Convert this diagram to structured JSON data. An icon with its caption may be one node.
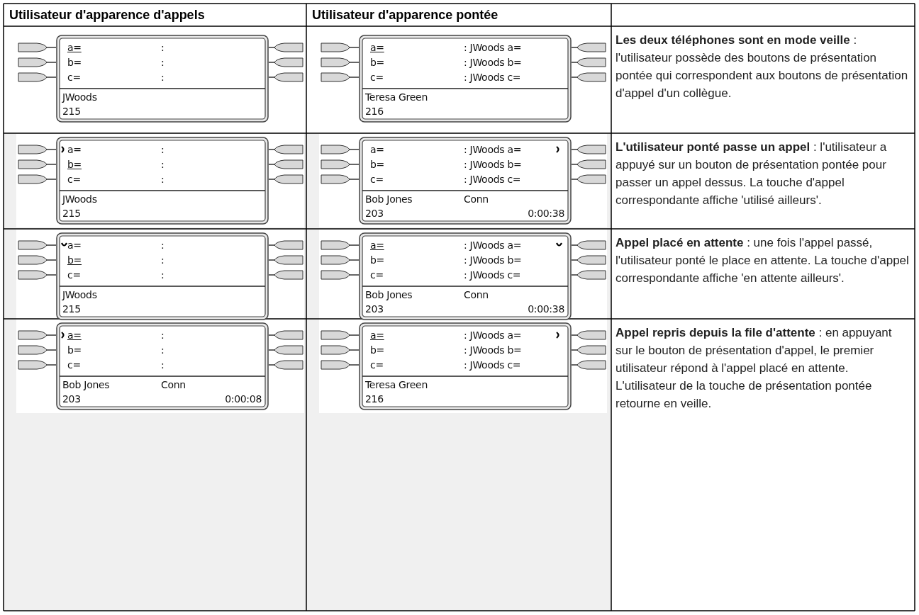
{
  "diagram": {
    "nodes": [
      {
        "text": [
          "a=",
          ":",
          "b=",
          ":",
          "c=",
          ":",
          "JWoods",
          "215"
        ]
      },
      {
        "text": [
          "a=",
          ": JWoods a=",
          "b=",
          ": JWoods b=",
          "c=",
          ": JWoods c=",
          "Teresa Green",
          "216"
        ]
      },
      {
        "text": [
          "a=",
          ":",
          "b=",
          ":",
          "c=",
          ":",
          "JWoods",
          "215"
        ]
      },
      {
        "text": [
          "a=",
          ": JWoods a=",
          "b=",
          ": JWoods b=",
          "c=",
          ": JWoods c=",
          "Bob Jones",
          "Conn",
          "203",
          "0:00:38"
        ]
      },
      {
        "text": [
          "a=",
          ":",
          "b=",
          ":",
          "c=",
          ":",
          "JWoods",
          "215"
        ]
      },
      {
        "text": [
          "a=",
          ": JWoods a=",
          "b=",
          ": JWoods b=",
          "c=",
          ": JWoods c=",
          "Bob Jones",
          "Conn",
          "203",
          "0:00:38"
        ]
      },
      {
        "text": [
          "a=",
          ":",
          "b=",
          ":",
          "c=",
          ":",
          "Bob Jones",
          "Conn",
          "203",
          "0:00:08"
        ]
      },
      {
        "text": [
          "a=",
          ": JWoods a=",
          "b=",
          ": JWoods b=",
          "c=",
          ": JWoods c=",
          "Teresa Green",
          "216"
        ]
      }
    ],
    "labels": [
      "Utilisateur d'apparence d'appels",
      "Utilisateur d'apparence pontée",
      "**Les deux téléphones sont en mode veille** : l'utilisateur possède des boutons de présentation pontée qui correspondent aux boutons de présentation d'appel d'un collègue.",
      "**L'utilisateur ponté passe un appel** : l'utilisateur a appuyé sur un bouton de présentation pontée pour passer un appel dessus. La touche d'appel correspondante affiche 'utilisé ailleurs'.",
      "**Appel placé en attente** : une fois l'appel passé, l'utilisateur ponté le place en attente. La touche d'appel correspondante affiche 'en attente ailleurs'.",
      "**Appel repris depuis la file d'attente** : en appuyant sur le bouton de présentation d'appel, le premier utilisateur répond à l'appel placé en attente. L'utilisateur de la touche de présentation pontée retourne en veille."
    ]
  }
}
